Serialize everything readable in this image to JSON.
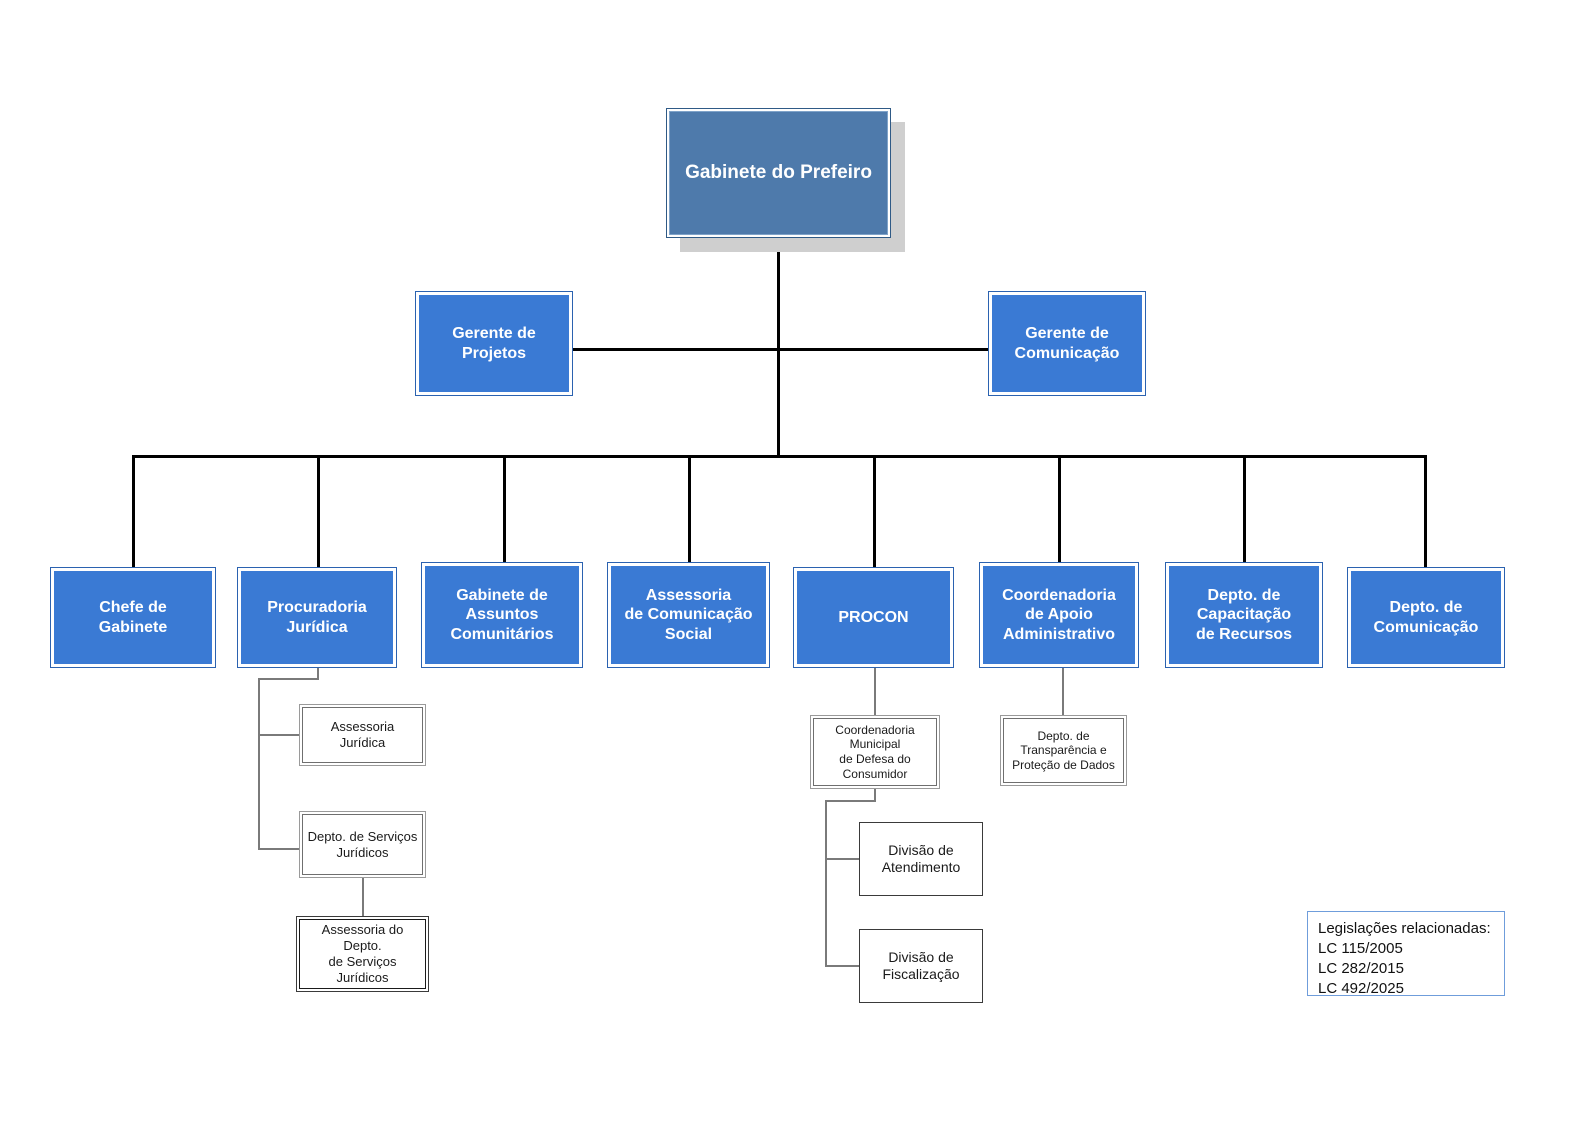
{
  "document": {
    "title": "Organograma - Gabinete do Prefeiro",
    "background_color": "#ffffff"
  },
  "colors": {
    "root_fill": "#4E7AAB",
    "node_fill": "#3A7AD4",
    "node_text": "#ffffff",
    "white_fill": "#ffffff",
    "connector": "#000000",
    "connector_gray": "#7a7a7a",
    "shadow": "#CFCFCF",
    "legend_border": "#6f9ddb"
  },
  "root": {
    "label": "Gabinete do Prefeiro"
  },
  "managers": [
    {
      "id": "gerente-projetos",
      "label": "Gerente de\nProjetos"
    },
    {
      "id": "gerente-comunicacao",
      "label": "Gerente de\nComunicação"
    }
  ],
  "departments": [
    {
      "id": "chefe-de-gabinete",
      "label": "Chefe de\nGabinete"
    },
    {
      "id": "procuradoria-juridica",
      "label": "Procuradoria\nJurídica"
    },
    {
      "id": "gabinete-assuntos-comunitarios",
      "label": "Gabinete de\nAssuntos\nComunitários"
    },
    {
      "id": "assessoria-comunicacao-social",
      "label": "Assessoria\nde Comunicação\nSocial"
    },
    {
      "id": "procon",
      "label": "PROCON"
    },
    {
      "id": "coordenadoria-apoio-administrativo",
      "label": "Coordenadoria\nde Apoio\nAdministrativo"
    },
    {
      "id": "depto-capacitacao-recursos",
      "label": "Depto. de\nCapacitação\nde Recursos"
    },
    {
      "id": "depto-comunicacao",
      "label": "Depto. de\nComunicação"
    }
  ],
  "sub_nodes": {
    "assessoria_juridica": {
      "label": "Assessoria\nJurídica"
    },
    "depto_servicos_juridicos": {
      "label": "Depto. de Serviços\nJurídicos"
    },
    "assessoria_depto_servicos": {
      "label": "Assessoria do Depto.\nde Serviços Jurídicos"
    },
    "coordenadoria_defesa_consumidor": {
      "label": "Coordenadoria\nMunicipal\nde Defesa do\nConsumidor"
    },
    "divisao_atendimento": {
      "label": "Divisão de\nAtendimento"
    },
    "divisao_fiscalizacao": {
      "label": "Divisão de\nFiscalização"
    },
    "depto_transparencia": {
      "label": "Depto. de\nTransparência e\nProteção de Dados"
    }
  },
  "legend": {
    "title": "Legislações relacionadas:",
    "items": [
      "LC 115/2005",
      "LC 282/2015",
      "LC 492/2025"
    ]
  }
}
